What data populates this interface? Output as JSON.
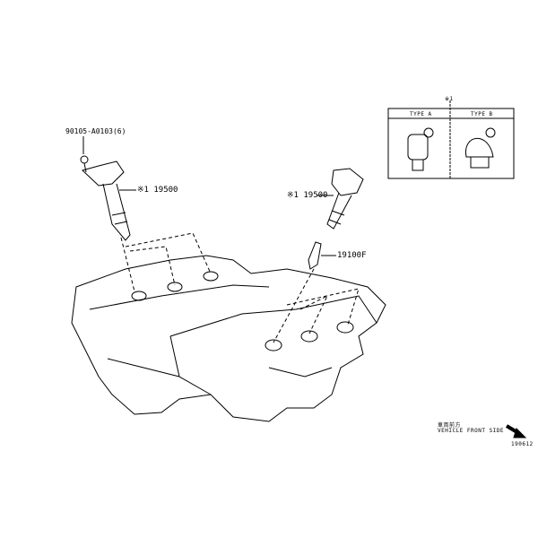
{
  "labels": {
    "bolt": "90105-A0103(6)",
    "coil_left": "※1 19500",
    "coil_right": "※1 19500",
    "spark_plug": "19100F",
    "note_mark": "※1",
    "type_a": "TYPE A",
    "type_b": "TYPE B",
    "front_jp": "車両前方",
    "front_en": "VEHICLE FRONT SIDE",
    "diagram_code": "190612"
  },
  "icons": {
    "direction": "arrow-down-right-icon"
  },
  "colors": {
    "line": "#000000",
    "background": "#ffffff"
  }
}
